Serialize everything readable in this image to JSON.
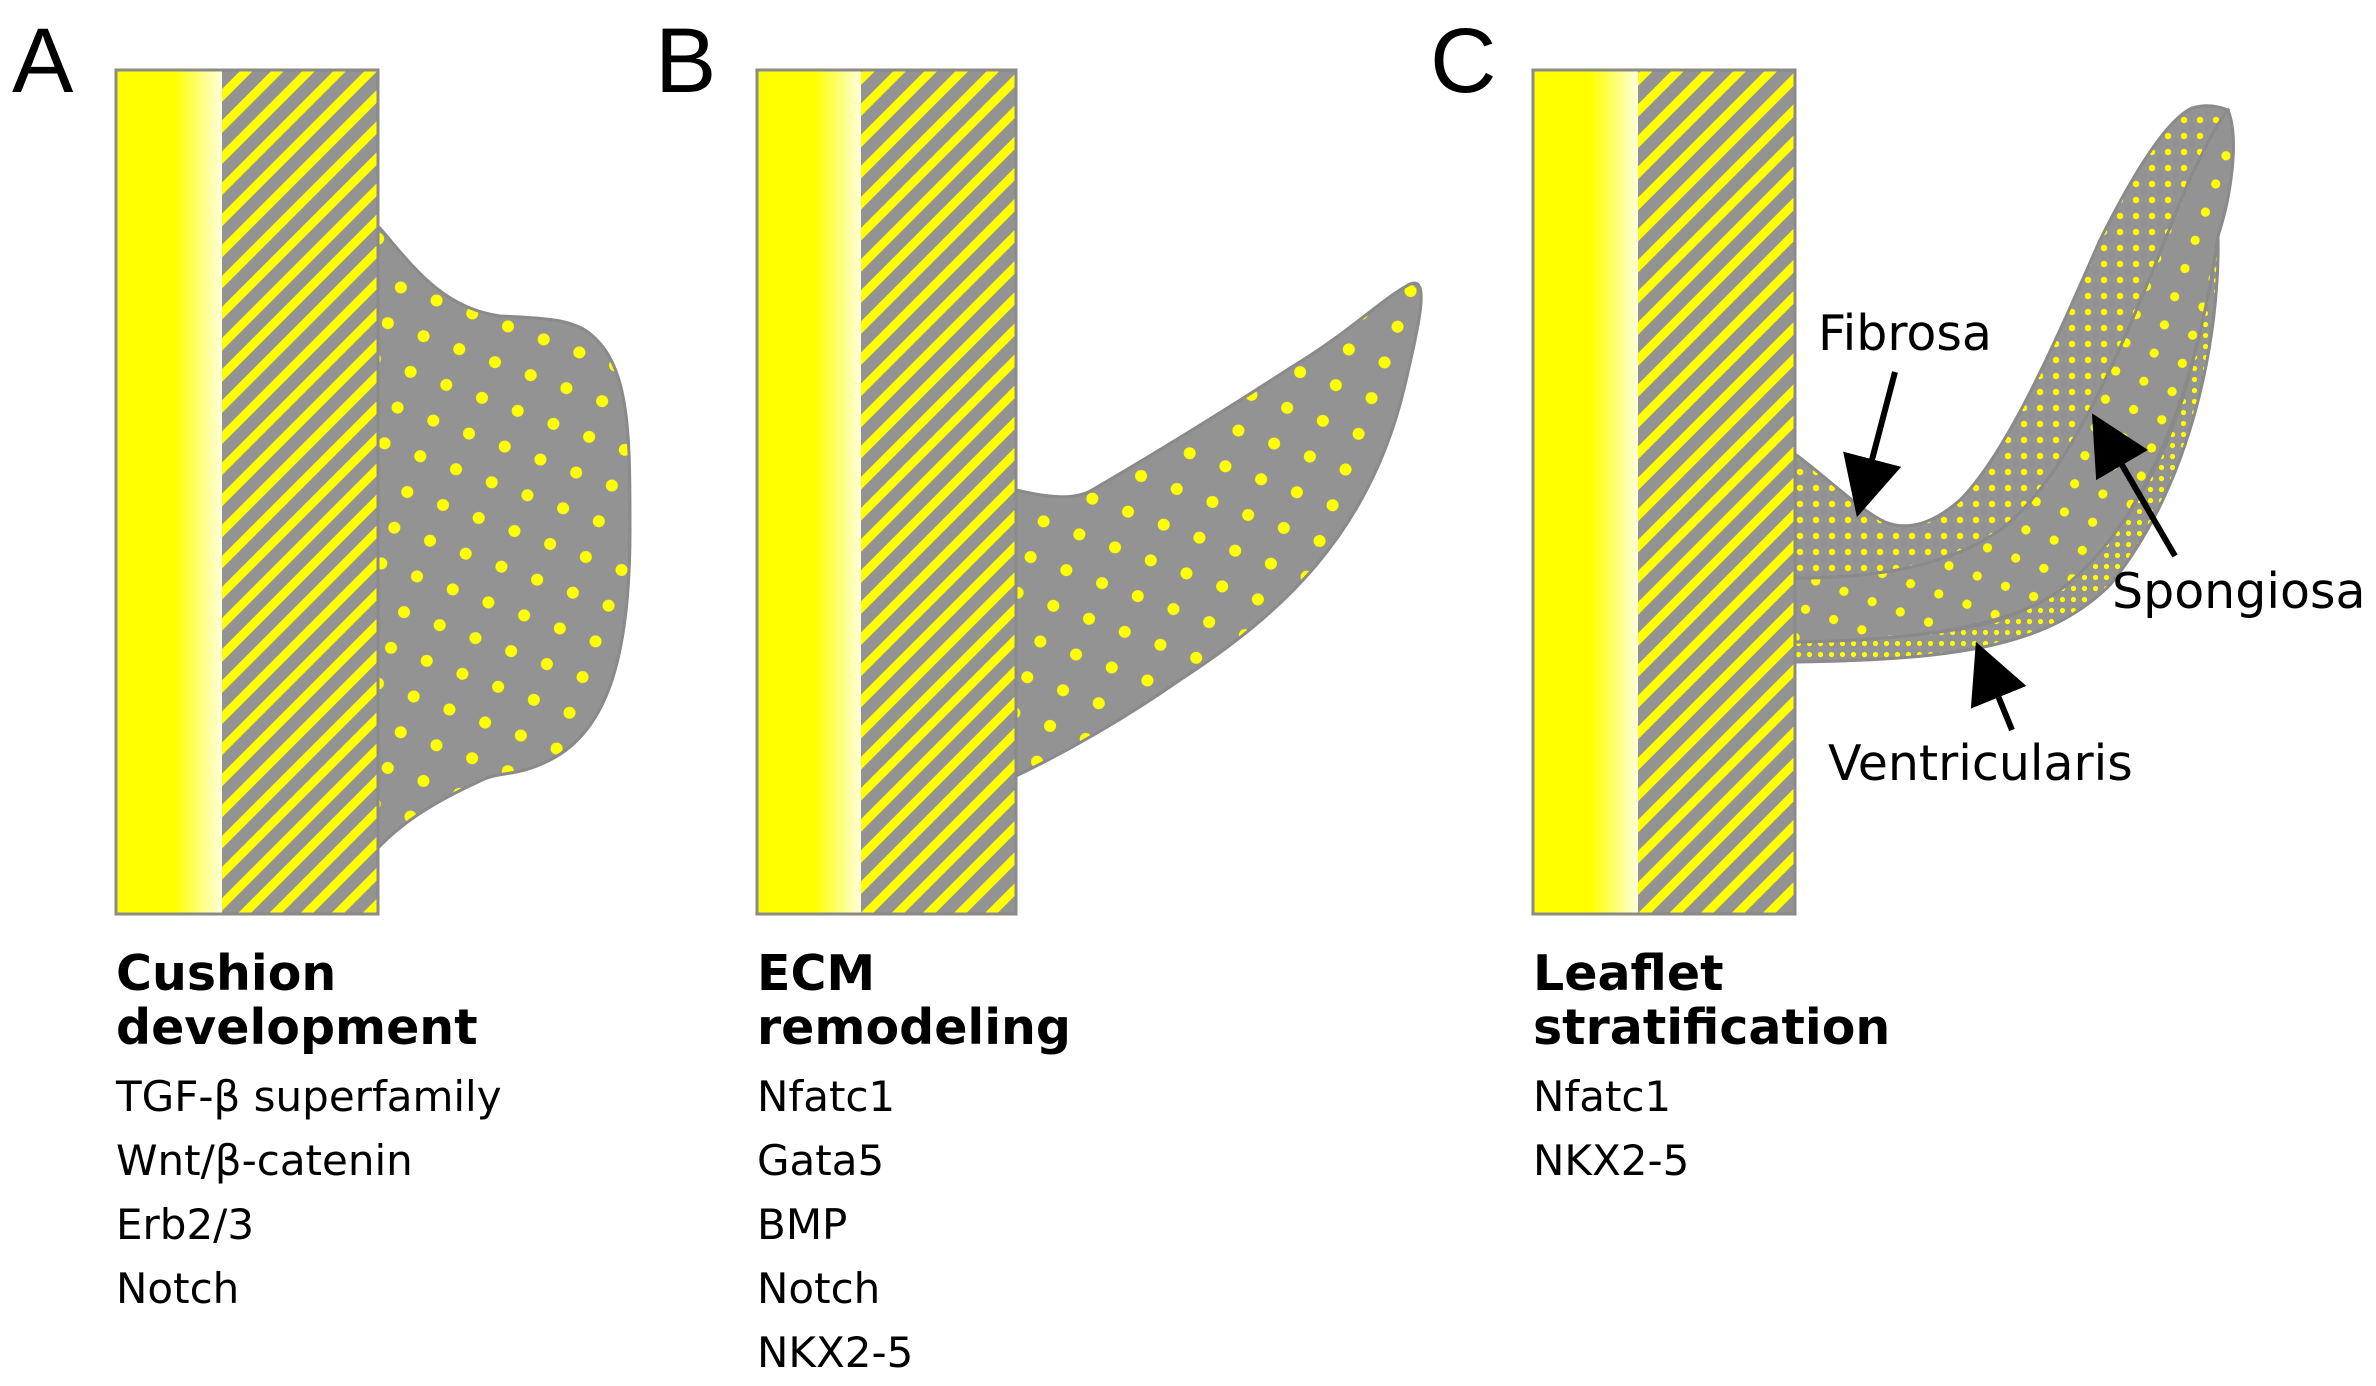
{
  "colors": {
    "yellow": "#ffff00",
    "tissue_gray": "#939393",
    "outline_gray": "#8a8a8a",
    "dot_yellow": "#ffff00",
    "arrow": "#000000"
  },
  "panels": [
    {
      "letter": "A",
      "title": "Cushion\ndevelopment",
      "factors": [
        "TGF-β superfamily",
        "Wnt/β-catenin",
        "Erb2/3",
        "Notch"
      ]
    },
    {
      "letter": "B",
      "title": "ECM\nremodeling",
      "factors": [
        "Nfatc1",
        "Gata5",
        "BMP",
        "Notch",
        "NKX2-5"
      ]
    },
    {
      "letter": "C",
      "title": "Leaflet\nstratification",
      "factors": [
        "Nfatc1",
        "NKX2-5"
      ],
      "layers": {
        "fibrosa": "Fibrosa",
        "spongiosa": "Spongiosa",
        "ventricularis": "Ventricularis"
      }
    }
  ]
}
